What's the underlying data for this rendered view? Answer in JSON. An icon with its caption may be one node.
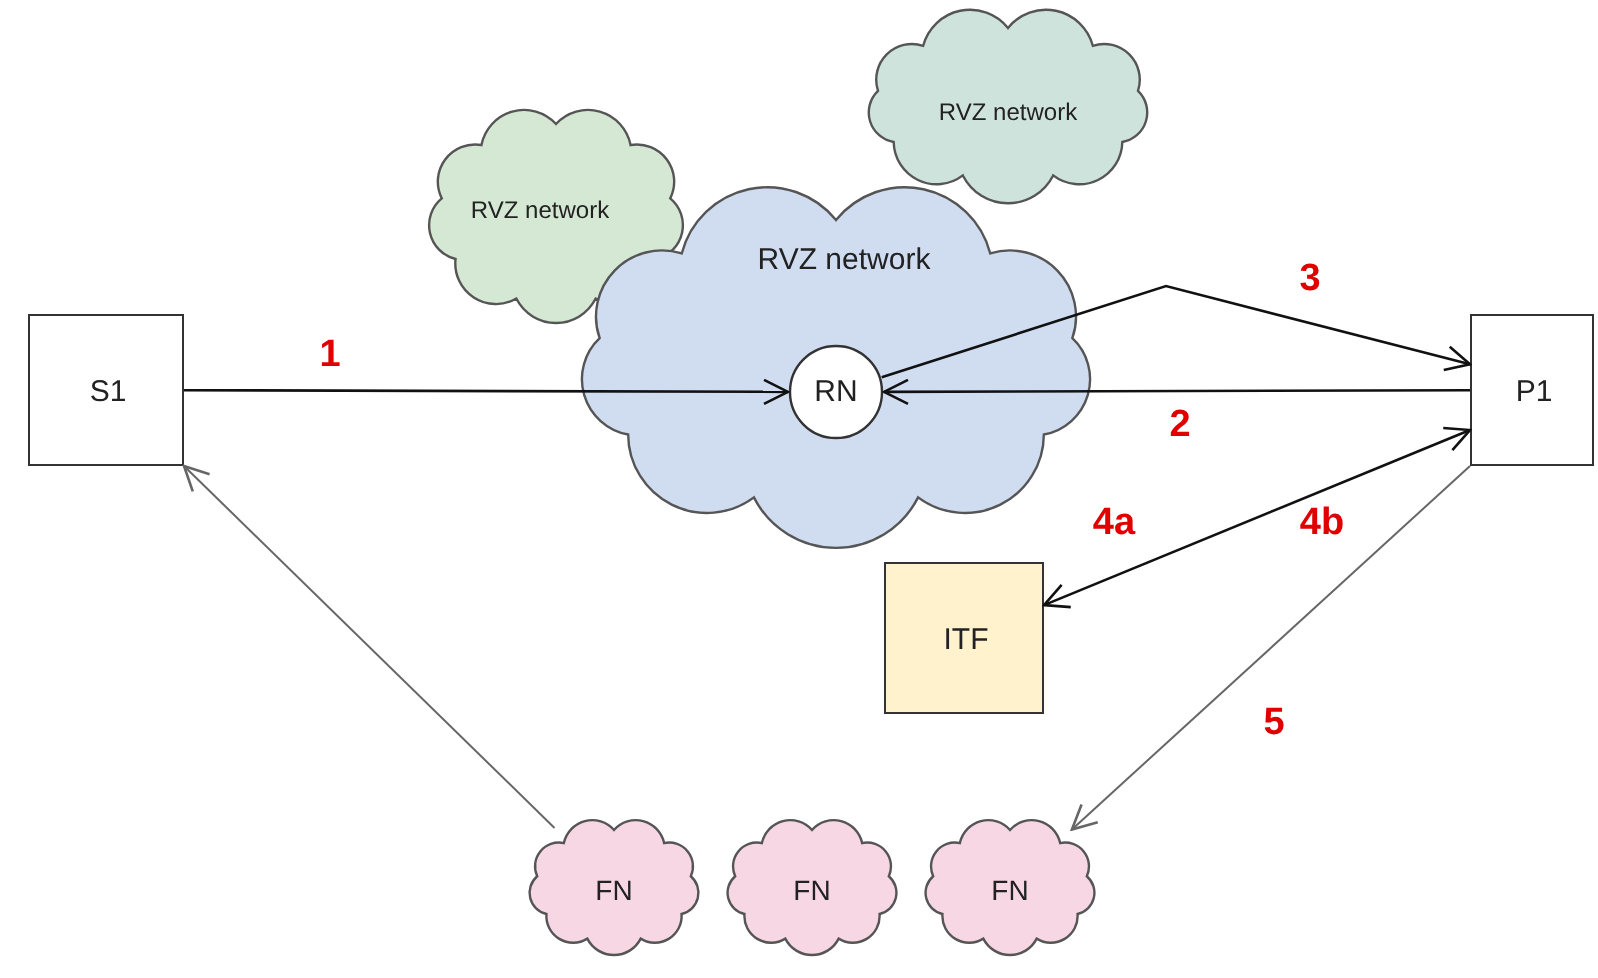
{
  "diagram": {
    "nodes": [
      {
        "text": [
          "RVZ network"
        ]
      },
      {
        "text": [
          "RVZ network"
        ]
      },
      {
        "text": [
          "RVZ network"
        ]
      },
      {
        "text": [
          "RN"
        ],
        "in": 2
      },
      {
        "text": [
          "S1"
        ]
      },
      {
        "text": [
          "P1"
        ]
      },
      {
        "text": [
          "ITF"
        ]
      },
      {
        "text": [
          "FN"
        ]
      },
      {
        "text": [
          "FN"
        ]
      },
      {
        "text": [
          "FN"
        ]
      }
    ],
    "edges": [
      {
        "from": 4,
        "to": 3,
        "arrow": "to",
        "label": "1"
      },
      {
        "from": 5,
        "to": 3,
        "arrow": "to",
        "label": "2"
      },
      {
        "from": 3,
        "to": 5,
        "arrow": "to",
        "label": "3"
      },
      {
        "from": 6,
        "to": 5,
        "arrow": "both",
        "label": "4a"
      },
      {
        "from": 5,
        "to": 9,
        "arrow": "to",
        "label": "5",
        "color": "#666666"
      },
      {
        "from": 7,
        "to": 4,
        "arrow": "to",
        "color": "#666666"
      }
    ],
    "labels": [
      "4b"
    ]
  }
}
